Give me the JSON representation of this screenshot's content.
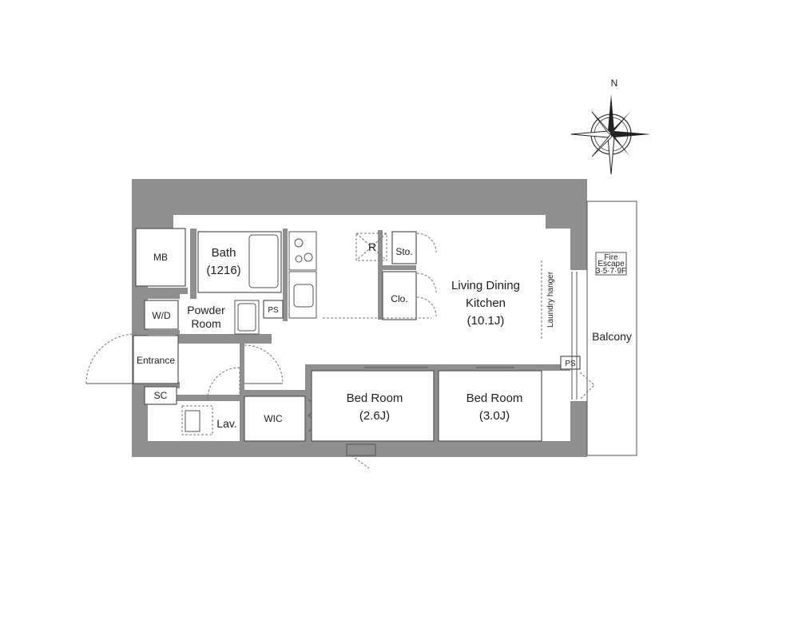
{
  "compass": {
    "north_label": "N"
  },
  "rooms": {
    "mb": "MB",
    "bath": "Bath",
    "bath_size": "(1216)",
    "ps_bath": "PS",
    "wd": "W/D",
    "powder_1": "Powder",
    "powder_2": "Room",
    "entrance": "Entrance",
    "sc": "SC",
    "lav": "Lav.",
    "wic": "WIC",
    "fridge": "R",
    "storage": "Sto.",
    "closet": "Clo.",
    "ldk_1": "Living Dining",
    "ldk_2": "Kitchen",
    "ldk_size": "(10.1J)",
    "laundry": "Laundry hanger",
    "ps_ldk": "PS",
    "bed1": "Bed Room",
    "bed1_size": "(2.6J)",
    "bed2": "Bed Room",
    "bed2_size": "(3.0J)",
    "balcony": "Balcony",
    "fire_1": "Fire",
    "fire_2": "Escape",
    "fire_3": "3·5·7·9F"
  }
}
